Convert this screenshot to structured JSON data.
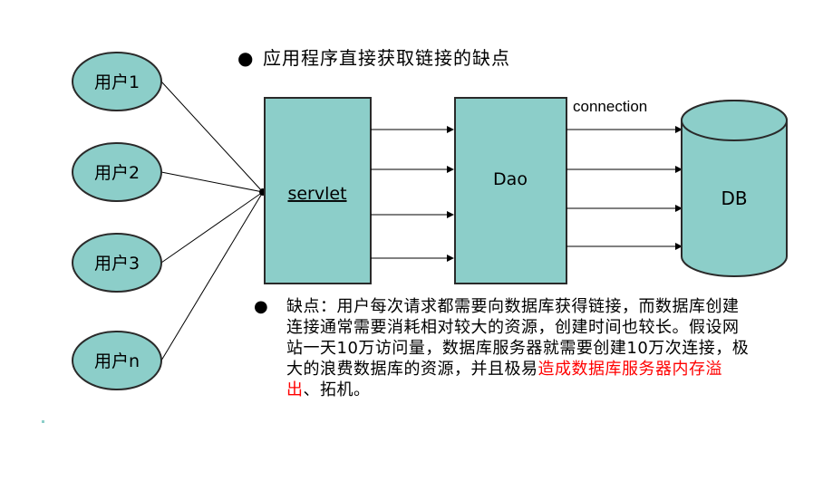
{
  "users": [
    "用户1",
    "用户2",
    "用户3",
    "用户n"
  ],
  "servlet_label": "servlet",
  "dao_label": "Dao",
  "db_label": "DB",
  "connection_label": "connection",
  "bullet_top": "应用程序直接获取链接的缺点",
  "bullet_bottom": {
    "text_before": "缺点：用户每次请求都需要向数据库获得链接，而数据库创建连接通常需要消耗相对较大的资源，创建时间也较长。假设网站一天10万访问量，数据库服务器就需要创建10万次连接，极大的浪费数据库的资源，并且极易",
    "highlight": "造成数据库服务器内存溢出",
    "text_after": "、拓机。"
  },
  "colors": {
    "node_fill": "#8ccec9",
    "node_stroke": "#2a2a2a",
    "highlight": "#ff0000"
  }
}
